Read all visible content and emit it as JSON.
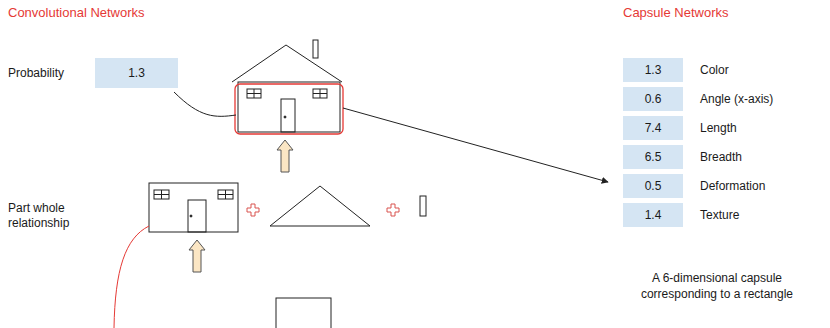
{
  "diagram": {
    "caption": "A 6-dimensional capsule corresponding to a rectangle",
    "nodes": [
      {
        "text": [
          "Probability",
          "1.3"
        ]
      },
      {
        "text": [
          "1.3",
          "Color"
        ]
      },
      {
        "text": [
          "0.6",
          "Angle (x-axis)"
        ]
      },
      {
        "text": [
          "7.4",
          "Length"
        ]
      },
      {
        "text": [
          "6.5",
          "Breadth"
        ]
      },
      {
        "text": [
          "0.5",
          "Deformation"
        ]
      },
      {
        "text": [
          "1.4",
          "Texture"
        ]
      }
    ],
    "labels": [
      "Convolutional Networks",
      "Capsule Networks",
      "Part whole relationship"
    ]
  }
}
